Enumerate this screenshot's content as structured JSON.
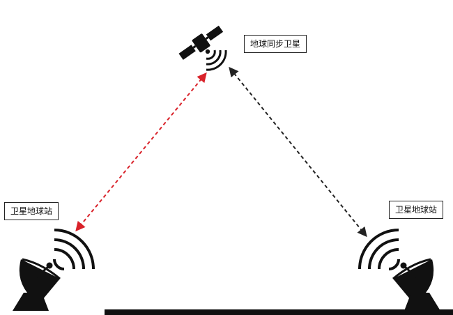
{
  "diagram": {
    "satellite_label": "地球同步卫星",
    "left_station_label": "卫星地球站",
    "right_station_label": "卫星地球站",
    "colors": {
      "left_link": "#d9222a",
      "right_link": "#222222",
      "icon": "#111111"
    },
    "icons": {
      "satellite": "satellite-icon",
      "dish": "satellite-dish-icon"
    }
  }
}
